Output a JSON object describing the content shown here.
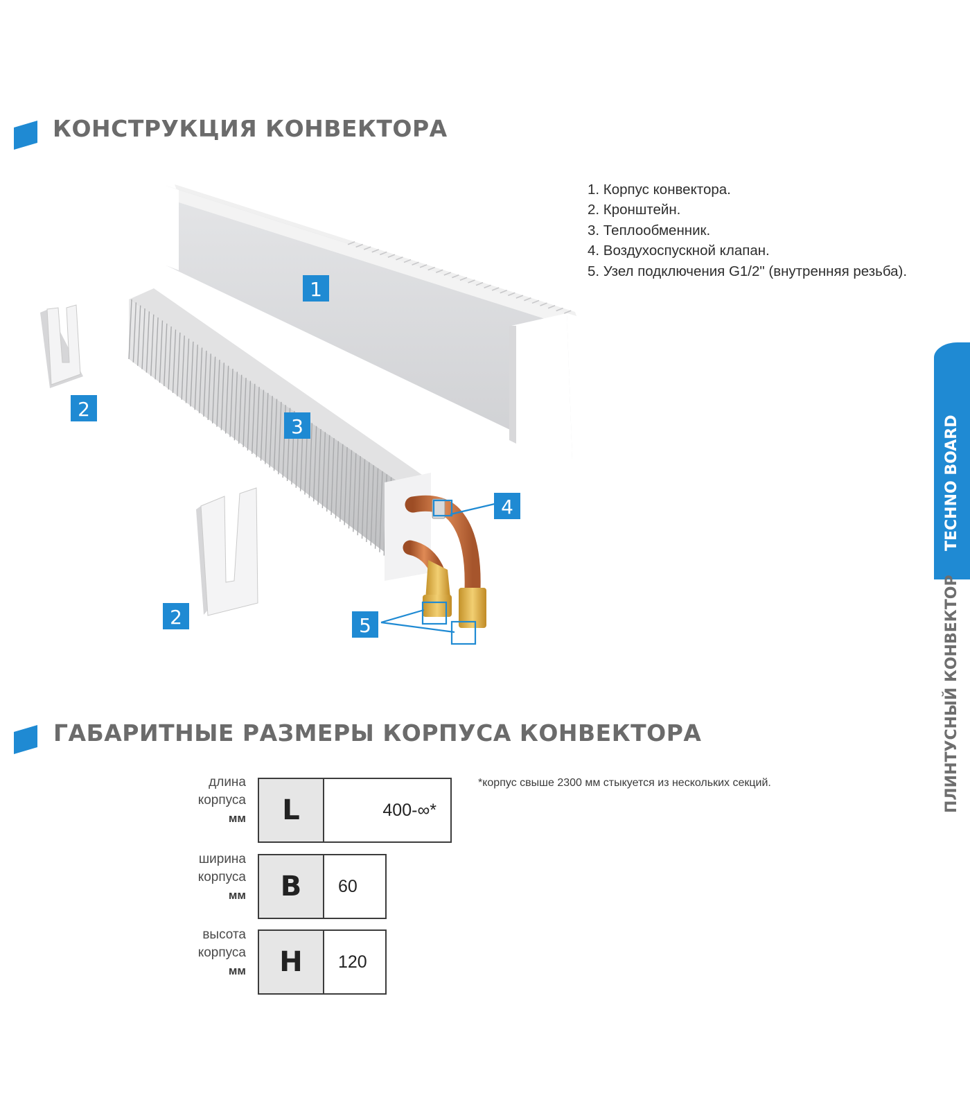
{
  "sections": {
    "construction_title": "КОНСТРУКЦИЯ КОНВЕКТОРА",
    "dimensions_title": "ГАБАРИТНЫЕ РАЗМЕРЫ КОРПУСА КОНВЕКТОРА"
  },
  "parts": [
    "1. Корпус конвектора.",
    "2. Кронштейн.",
    "3. Теплообменник.",
    "4. Воздухоспускной клапан.",
    "5. Узел подключения G1/2\" (внутренняя резьба)."
  ],
  "callouts": {
    "housing": "1",
    "bracket_upper": "2",
    "bracket_lower": "2",
    "exchanger": "3",
    "valve": "4",
    "connection": "5"
  },
  "side_tab": {
    "brand": "TECHNO BOARD",
    "subtitle": "ПЛИНТУСНЫЙ КОНВЕКТОР"
  },
  "dimensions": [
    {
      "label_line1": "длина",
      "label_line2": "корпуса",
      "unit": "мм",
      "letter": "L",
      "value": "400-∞*"
    },
    {
      "label_line1": "ширина",
      "label_line2": "корпуса",
      "unit": "мм",
      "letter": "B",
      "value": "60"
    },
    {
      "label_line1": "высота",
      "label_line2": "корпуса",
      "unit": "мм",
      "letter": "H",
      "value": "120"
    }
  ],
  "footnote": "*корпус свыше 2300 мм стыкуется из нескольких секций.",
  "colors": {
    "accent_blue": "#1f8ad3",
    "title_gray": "#6b6b6b",
    "pipe_copper": "#c8713f",
    "fitting_brass": "#e2b44a"
  }
}
